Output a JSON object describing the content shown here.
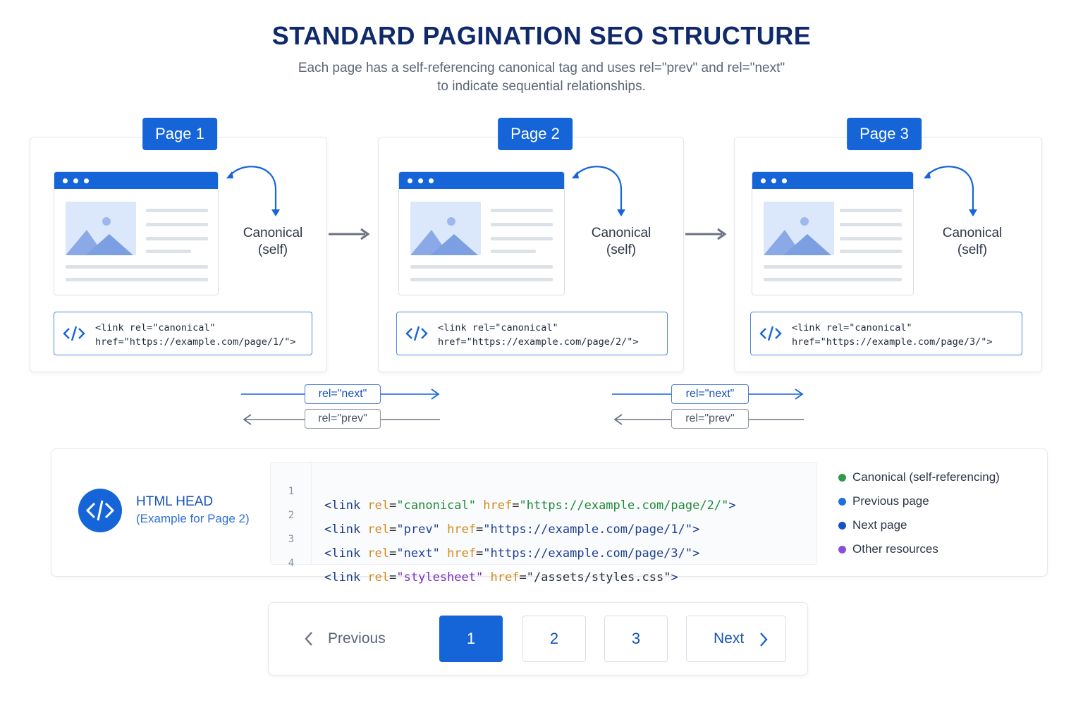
{
  "header": {
    "title": "STANDARD PAGINATION SEO STRUCTURE",
    "subtitle_line1": "Each page has a self-referencing canonical tag and uses rel=\"prev\" and rel=\"next\"",
    "subtitle_line2": "to indicate sequential relationships."
  },
  "pages": [
    {
      "badge": "Page 1",
      "canonical_line1": "Canonical",
      "canonical_line2": "(self)",
      "code_line1": "<link rel=\"canonical\"",
      "code_line2": "href=\"https://example.com/page/1/\">"
    },
    {
      "badge": "Page 2",
      "canonical_line1": "Canonical",
      "canonical_line2": "(self)",
      "code_line1": "<link rel=\"canonical\"",
      "code_line2": "href=\"https://example.com/page/2/\">"
    },
    {
      "badge": "Page 3",
      "canonical_line1": "Canonical",
      "canonical_line2": "(self)",
      "code_line1": "<link rel=\"canonical\"",
      "code_line2": "href=\"https://example.com/page/3/\">"
    }
  ],
  "relations": {
    "next_label": "rel=\"next\"",
    "prev_label": "rel=\"prev\""
  },
  "html_head": {
    "title": "HTML HEAD",
    "subtitle": "(Example for Page 2)",
    "lines": [
      {
        "num": "1",
        "rel": "canonical",
        "href": "https://example.com/page/2/"
      },
      {
        "num": "2",
        "rel": "prev",
        "href": "https://example.com/page/1/"
      },
      {
        "num": "3",
        "rel": "next",
        "href": "https://example.com/page/3/"
      },
      {
        "num": "4",
        "rel": "stylesheet",
        "href": "/assets/styles.css"
      }
    ],
    "legend": [
      {
        "label": "Canonical (self-referencing)",
        "color": "#2e9a4a"
      },
      {
        "label": "Previous page",
        "color": "#1f6fe0"
      },
      {
        "label": "Next page",
        "color": "#1450c8"
      },
      {
        "label": "Other resources",
        "color": "#8b4fd6"
      }
    ]
  },
  "pagination": {
    "previous_label": "Previous",
    "pages": [
      "1",
      "2",
      "3"
    ],
    "active_page": "1",
    "next_label": "Next"
  },
  "colors": {
    "primary": "#1565d8",
    "title": "#0f2a6b",
    "muted": "#5b6577"
  },
  "icons": [
    "code-icon",
    "image-placeholder-icon",
    "curved-arrow-icon",
    "chevron-left-icon",
    "chevron-right-icon"
  ]
}
